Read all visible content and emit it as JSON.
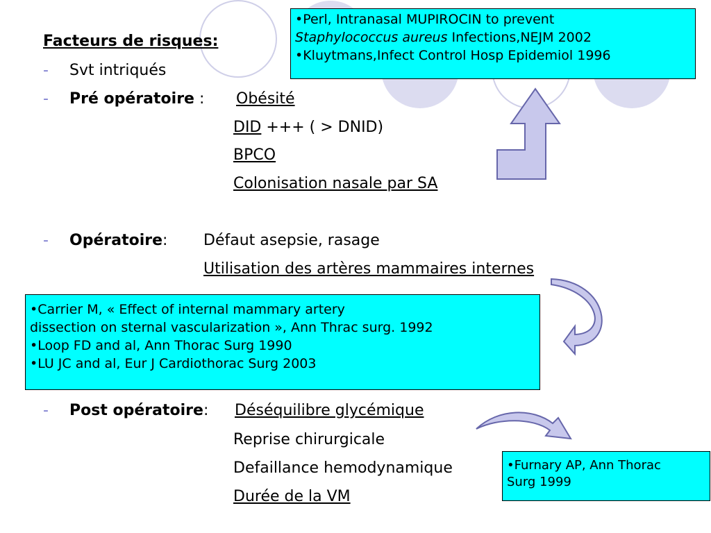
{
  "title": "Facteurs de risques:",
  "item_dash": "-",
  "svt": "Svt intriqués",
  "preop": {
    "label": "Pré opératoire",
    "sep": " : ",
    "items": [
      "Obésité",
      "DID",
      "+++ ( > DNID)",
      "BPCO",
      "Colonisation nasale par SA"
    ]
  },
  "op": {
    "label": "Opératoire",
    "sep": ":",
    "items": [
      "Défaut asepsie, rasage",
      "Utilisation des artères mammaires internes"
    ]
  },
  "postop": {
    "label": "Post opératoire",
    "sep": ":",
    "items": [
      "Déséquilibre glycémique",
      "Reprise chirurgicale",
      "Defaillance hemodynamique",
      "Durée de la VM"
    ]
  },
  "ref_box_top": {
    "line1": "•Perl, Intranasal MUPIROCIN to prevent",
    "line2_italic": "Staphylococcus aureus",
    "line2_rest": " Infections,NEJM 2002",
    "line3": "•Kluytmans,Infect Control Hosp Epidemiol 1996"
  },
  "ref_box_mid": {
    "line1": "•Carrier M, « Effect of internal mammary artery",
    "line2": "dissection on sternal vascularization », Ann Thrac surg. 1992",
    "line3": "•Loop FD and al, Ann Thorac Surg 1990",
    "line4": "•LU JC and al, Eur J Cardiothorac Surg 2003"
  },
  "ref_box_bottom": {
    "line1": "•Furnary AP, Ann Thorac",
    "line2": "Surg 1999"
  },
  "colors": {
    "ref_box_bg": "#00ffff",
    "arrow_fill": "#c8c8ec",
    "arrow_stroke": "#6666aa",
    "circle_fill": "#dcdcf0",
    "dash": "#7f7fd0"
  }
}
